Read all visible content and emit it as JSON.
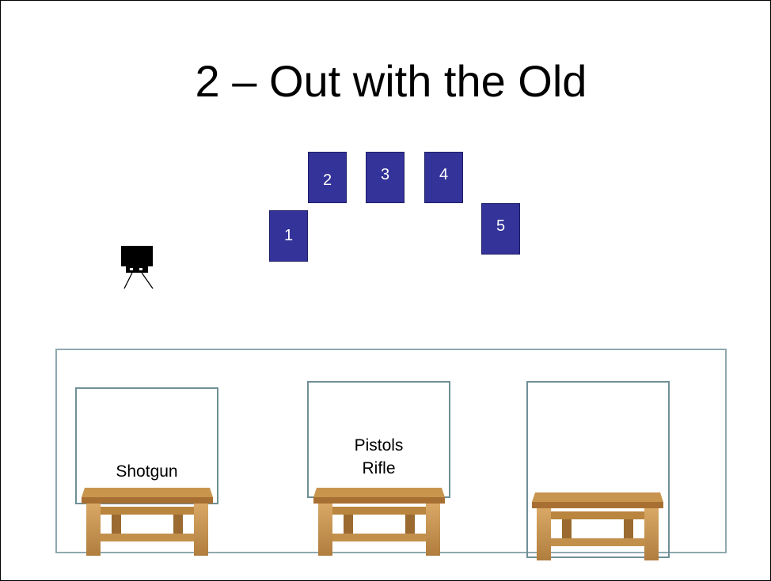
{
  "slide": {
    "title": "2 – Out with the Old"
  },
  "targets": [
    {
      "label": "1"
    },
    {
      "label": "2"
    },
    {
      "label": "3"
    },
    {
      "label": "4"
    },
    {
      "label": "5"
    }
  ],
  "stations": [
    {
      "label_line1": "Shotgun",
      "label_line2": ""
    },
    {
      "label_line1": "Pistols",
      "label_line2": "Rifle"
    },
    {
      "label_line1": "",
      "label_line2": ""
    }
  ],
  "colors": {
    "target_fill": "#333399",
    "bay_border": "#8fa9ae",
    "table_wood": "#c8954f"
  },
  "icons": {
    "camera": "camera-tripod-icon",
    "table": "wooden-table-icon"
  }
}
